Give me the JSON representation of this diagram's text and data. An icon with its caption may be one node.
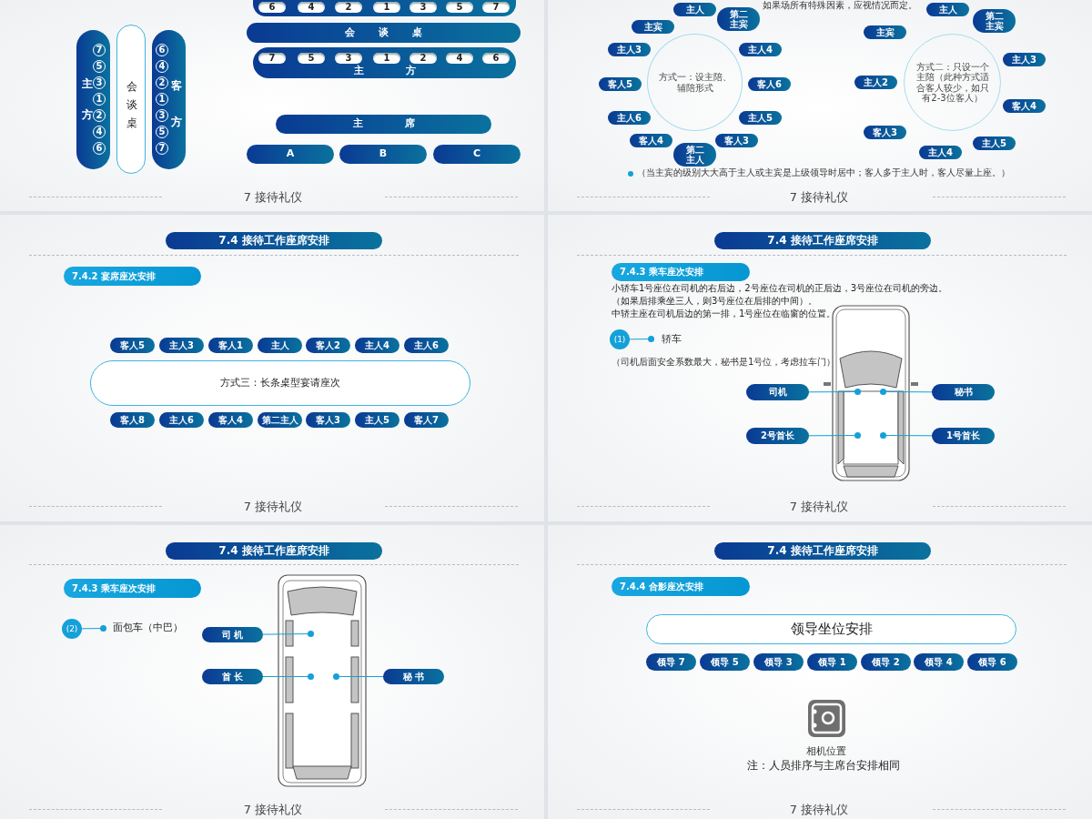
{
  "diagram": {
    "nodes": [
      {
        "text": [
          "主方"
        ]
      },
      {
        "text": [
          "7"
        ],
        "in": 0
      },
      {
        "text": [
          "5"
        ],
        "in": 0
      },
      {
        "text": [
          "3"
        ],
        "in": 0
      },
      {
        "text": [
          "1"
        ],
        "in": 0
      },
      {
        "text": [
          "2"
        ],
        "in": 0
      },
      {
        "text": [
          "4"
        ],
        "in": 0
      },
      {
        "text": [
          "6"
        ],
        "in": 0
      },
      {
        "text": [
          "会谈桌"
        ]
      },
      {
        "text": [
          "客方"
        ]
      },
      {
        "text": [
          "6"
        ],
        "in": 9
      },
      {
        "text": [
          "4"
        ],
        "in": 9
      },
      {
        "text": [
          "2"
        ],
        "in": 9
      },
      {
        "text": [
          "1"
        ],
        "in": 9
      },
      {
        "text": [
          "3"
        ],
        "in": 9
      },
      {
        "text": [
          "5"
        ],
        "in": 9
      },
      {
        "text": [
          "7"
        ],
        "in": 9
      },
      {
        "text": [],
        "shape": "bar"
      },
      {
        "text": [
          "6"
        ],
        "in": 17
      },
      {
        "text": [
          "4"
        ],
        "in": 17
      },
      {
        "text": [
          "2"
        ],
        "in": 17
      },
      {
        "text": [
          "1"
        ],
        "in": 17
      },
      {
        "text": [
          "3"
        ],
        "in": 17
      },
      {
        "text": [
          "5"
        ],
        "in": 17
      },
      {
        "text": [
          "7"
        ],
        "in": 17
      },
      {
        "text": [
          "会谈桌"
        ]
      },
      {
        "text": [
          "主方"
        ]
      },
      {
        "text": [
          "7"
        ],
        "in": 26
      },
      {
        "text": [
          "5"
        ],
        "in": 26
      },
      {
        "text": [
          "3"
        ],
        "in": 26
      },
      {
        "text": [
          "1"
        ],
        "in": 26
      },
      {
        "text": [
          "2"
        ],
        "in": 26
      },
      {
        "text": [
          "4"
        ],
        "in": 26
      },
      {
        "text": [
          "6"
        ],
        "in": 26
      },
      {
        "text": [
          "主席"
        ]
      },
      {
        "text": [
          "A"
        ]
      },
      {
        "text": [
          "B"
        ]
      },
      {
        "text": [
          "C"
        ]
      },
      {
        "text": [
          "方式一：设主陪、辅陪形式"
        ]
      },
      {
        "text": [
          "主人"
        ]
      },
      {
        "text": [
          "主宾"
        ]
      },
      {
        "text": [
          "第二主宾"
        ]
      },
      {
        "text": [
          "主人3"
        ]
      },
      {
        "text": [
          "主人4"
        ]
      },
      {
        "text": [
          "客人5"
        ]
      },
      {
        "text": [
          "客人6"
        ]
      },
      {
        "text": [
          "主人6"
        ]
      },
      {
        "text": [
          "主人5"
        ]
      },
      {
        "text": [
          "客人4"
        ]
      },
      {
        "text": [
          "客人3"
        ]
      },
      {
        "text": [
          "第二主人"
        ]
      },
      {
        "text": [
          "方式二：只设一个主陪（此种方式适合客人较少，如只有2-3位客人）"
        ]
      },
      {
        "text": [
          "主人"
        ]
      },
      {
        "text": [
          "第二主宾"
        ]
      },
      {
        "text": [
          "主宾"
        ]
      },
      {
        "text": [
          "主人3"
        ]
      },
      {
        "text": [
          "主人2"
        ]
      },
      {
        "text": [
          "客人4"
        ]
      },
      {
        "text": [
          "客人3"
        ]
      },
      {
        "text": [
          "主人5"
        ]
      },
      {
        "text": [
          "主人4"
        ]
      },
      {
        "text": [
          "7.4 接待工作座席安排"
        ]
      },
      {
        "text": [
          "7.4.2 宴席座次安排"
        ]
      },
      {
        "text": [
          "客人5"
        ]
      },
      {
        "text": [
          "主人3"
        ]
      },
      {
        "text": [
          "客人1"
        ]
      },
      {
        "text": [
          "主人"
        ]
      },
      {
        "text": [
          "客人2"
        ]
      },
      {
        "text": [
          "主人4"
        ]
      },
      {
        "text": [
          "主人6"
        ]
      },
      {
        "text": [
          "方式三：长条桌型宴请座次"
        ]
      },
      {
        "text": [
          "客人8"
        ]
      },
      {
        "text": [
          "主人6"
        ]
      },
      {
        "text": [
          "客人4"
        ]
      },
      {
        "text": [
          "第二主人"
        ]
      },
      {
        "text": [
          "客人3"
        ]
      },
      {
        "text": [
          "主人5"
        ]
      },
      {
        "text": [
          "客人7"
        ]
      },
      {
        "text": [
          "7.4 接待工作座席安排"
        ]
      },
      {
        "text": [
          "7.4.3 乘车座次安排"
        ]
      },
      {
        "text": [
          "(1)"
        ]
      },
      {
        "text": [],
        "shape": "circle"
      },
      {
        "text": [
          "司机"
        ]
      },
      {
        "text": [
          "秘书"
        ]
      },
      {
        "text": [
          "2号首长"
        ]
      },
      {
        "text": [
          "1号首长"
        ]
      },
      {
        "text": [],
        "shape": "circle"
      },
      {
        "text": [],
        "shape": "circle"
      },
      {
        "text": [],
        "shape": "circle"
      },
      {
        "text": [],
        "shape": "circle"
      },
      {
        "text": [
          "7.4 接待工作座席安排"
        ]
      },
      {
        "text": [
          "7.4.3 乘车座次安排"
        ]
      },
      {
        "text": [
          "(2)"
        ]
      },
      {
        "text": [],
        "shape": "circle"
      },
      {
        "text": [
          "司 机"
        ]
      },
      {
        "text": [
          "首 长"
        ]
      },
      {
        "text": [
          "秘 书"
        ]
      },
      {
        "text": [],
        "shape": "circle"
      },
      {
        "text": [],
        "shape": "circle"
      },
      {
        "text": [],
        "shape": "circle"
      },
      {
        "text": [
          "7.4 接待工作座席安排"
        ]
      },
      {
        "text": [
          "7.4.4 合影座次安排"
        ]
      },
      {
        "text": [
          "领导坐位安排"
        ]
      },
      {
        "text": [
          "领导 7"
        ]
      },
      {
        "text": [
          "领导 5"
        ]
      },
      {
        "text": [
          "领导 3"
        ]
      },
      {
        "text": [
          "领导 1"
        ]
      },
      {
        "text": [
          "领导 2"
        ]
      },
      {
        "text": [
          "领导 4"
        ]
      },
      {
        "text": [
          "领导 6"
        ]
      }
    ],
    "edges": [
      {
        "from": 80,
        "to": 81,
        "arrow": "none"
      },
      {
        "from": 82,
        "to": 86,
        "arrow": "none"
      },
      {
        "from": 83,
        "to": 87,
        "arrow": "none"
      },
      {
        "from": 84,
        "to": 88,
        "arrow": "none"
      },
      {
        "from": 85,
        "to": 89,
        "arrow": "none"
      },
      {
        "from": 92,
        "to": 93,
        "arrow": "none"
      },
      {
        "from": 94,
        "to": 97,
        "arrow": "none"
      },
      {
        "from": 95,
        "to": 98,
        "arrow": "none"
      },
      {
        "from": 96,
        "to": 99,
        "arrow": "none"
      }
    ],
    "labels": [
      "7 接待礼仪",
      "如果场所有特殊因素，应视情况而定。",
      "（当主宾的级别大大高于主人或主宾是上级领导时居中；客人多于主人时，客人尽量上座。）",
      "7 接待礼仪",
      "7 接待礼仪",
      "小轿车1号座位在司机的右后边，2号座位在司机的正后边，3号座位在司机的旁边。",
      "（如果后排乘坐三人，则3号座位在后排的中间）。",
      "中轿主座在司机后边的第一排，1号座位在临窗的位置。",
      "轿车",
      "（司机后面安全系数最大，秘书是1号位，考虑拉车门）",
      "7 接待礼仪",
      "面包车（中巴）",
      "7 接待礼仪",
      "相机位置",
      "注：人员排序与主席台安排相同",
      "7 接待礼仪"
    ]
  }
}
